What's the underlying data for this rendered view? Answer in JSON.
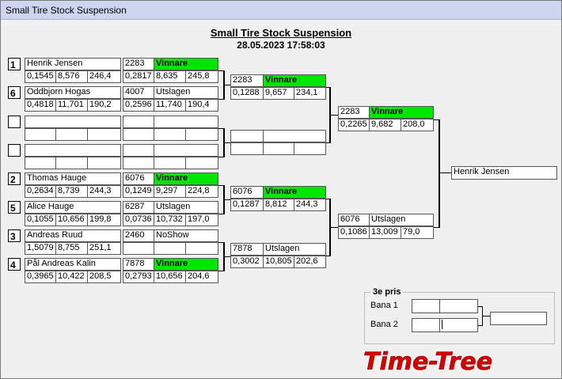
{
  "window": {
    "title": "Small Tire Stock Suspension"
  },
  "header": {
    "title": "Small Tire Stock Suspension",
    "datetime": "28.05.2023 17:58:03"
  },
  "round1": [
    {
      "seed": "1",
      "name": "Henrik Jensen",
      "stats": [
        "0,1545",
        "8,576",
        "246,4"
      ],
      "num": "2283",
      "result": "Vinnare",
      "rstats": [
        "0,2817",
        "8,635",
        "245,8"
      ]
    },
    {
      "seed": "6",
      "name": "Oddbjorn Hogas",
      "stats": [
        "0,4818",
        "11,701",
        "190,2"
      ],
      "num": "4007",
      "result": "Utslagen",
      "rstats": [
        "0,2596",
        "11,740",
        "190,4"
      ]
    },
    {
      "seed": "",
      "name": "",
      "stats": [
        "",
        "",
        ""
      ],
      "num": "",
      "result": "",
      "rstats": [
        "",
        "",
        ""
      ]
    },
    {
      "seed": "",
      "name": "",
      "stats": [
        "",
        "",
        ""
      ],
      "num": "",
      "result": "",
      "rstats": [
        "",
        "",
        ""
      ]
    },
    {
      "seed": "2",
      "name": "Thomas Hauge",
      "stats": [
        "0,2634",
        "8,739",
        "244,3"
      ],
      "num": "6076",
      "result": "Vinnare",
      "rstats": [
        "0,1249",
        "9,297",
        "224,8"
      ]
    },
    {
      "seed": "5",
      "name": "Alice  Hauge",
      "stats": [
        "0,1055",
        "10,656",
        "199,8"
      ],
      "num": "6287",
      "result": "Utslagen",
      "rstats": [
        "0,0736",
        "10,732",
        "197,0"
      ]
    },
    {
      "seed": "3",
      "name": "Andreas  Ruud",
      "stats": [
        "1,5079",
        "8,755",
        "251,1"
      ],
      "num": "2460",
      "result": "NoShow",
      "rstats": [
        "",
        "",
        ""
      ]
    },
    {
      "seed": "4",
      "name": "Pål Andreas Kalin",
      "stats": [
        "0,3965",
        "10,422",
        "208,5"
      ],
      "num": "7878",
      "result": "Vinnare",
      "rstats": [
        "0,2793",
        "10,656",
        "204,6"
      ]
    }
  ],
  "round2": [
    {
      "num": "2283",
      "result": "Vinnare",
      "stats": [
        "0,1288",
        "9,657",
        "234,1"
      ]
    },
    {
      "num": "",
      "result": "",
      "stats": [
        "",
        "",
        ""
      ]
    },
    {
      "num": "6076",
      "result": "Vinnare",
      "stats": [
        "0,1287",
        "8,812",
        "244,3"
      ]
    },
    {
      "num": "7878",
      "result": "Utslagen",
      "stats": [
        "0,3002",
        "10,805",
        "202,6"
      ]
    }
  ],
  "semis": [
    {
      "num": "2283",
      "result": "Vinnare",
      "stats": [
        "0,2265",
        "9,682",
        "208,0"
      ]
    },
    {
      "num": "6076",
      "result": "Utslagen",
      "stats": [
        "0,1086",
        "13,009",
        "79,0"
      ]
    }
  ],
  "winner": {
    "name": "Henrik Jensen"
  },
  "third": {
    "title": "3e pris",
    "lane1": "Bana 1",
    "lane2": "Bana 2"
  },
  "logo": {
    "text": "Time-Tree"
  }
}
